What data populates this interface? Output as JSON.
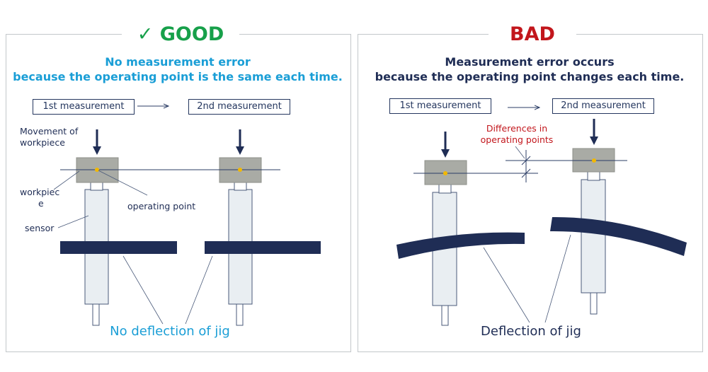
{
  "colors": {
    "good": "#17a04a",
    "bad": "#c2161c",
    "good_text": "#1a9ed6",
    "bad_text": "#1f2d55",
    "navy": "#1f2d55",
    "workpiece": "#a9aba5",
    "sensor": "#e9eef2",
    "operating_point": "#f2b800",
    "annotation_red": "#c2161c"
  },
  "good_panel": {
    "heading": "✓ GOOD",
    "subtitle_line1": "No measurement error",
    "subtitle_line2": "because the operating point is the same each time.",
    "first_label": "1st measurement",
    "second_label": "2nd measurement",
    "movement_label_line1": "Movement of",
    "movement_label_line2": "workpiece",
    "workpiece_label_line1": "workpiec",
    "workpiece_label_line2": "e",
    "operating_point_label": "operating point",
    "sensor_label": "sensor",
    "bottom_label": "No deflection of jig"
  },
  "bad_panel": {
    "heading": "BAD",
    "subtitle_line1": "Measurement error occurs",
    "subtitle_line2": "because the operating point changes each time.",
    "first_label": "1st measurement",
    "second_label": "2nd measurement",
    "differences_label_line1": "Differences in",
    "differences_label_line2": "operating points",
    "bottom_label": "Deflection of jig"
  }
}
